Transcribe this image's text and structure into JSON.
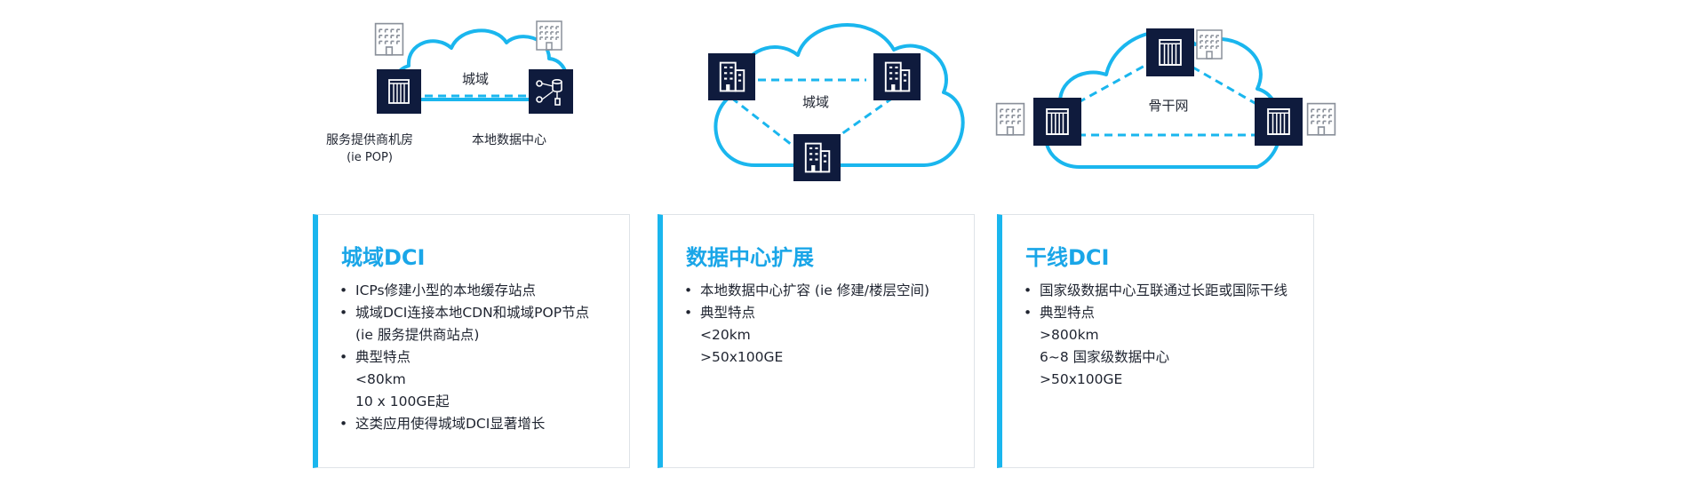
{
  "diagrams": {
    "metro": {
      "cloud_label": "城域",
      "left_node_label": "服务提供商机房",
      "left_node_sublabel": "(ie POP)",
      "right_node_label": "本地数据中心"
    },
    "dc_expansion": {
      "cloud_label": "城域"
    },
    "backbone": {
      "cloud_label": "骨干网"
    }
  },
  "cards": [
    {
      "title": "城域DCI",
      "lines": [
        {
          "kind": "bullet",
          "text": "ICPs修建小型的本地缓存站点"
        },
        {
          "kind": "bullet",
          "text": "城域DCI连接本地CDN和城域POP节点"
        },
        {
          "kind": "sub",
          "text": "(ie 服务提供商站点)"
        },
        {
          "kind": "bullet",
          "text": "典型特点"
        },
        {
          "kind": "sub",
          "text": "<80km"
        },
        {
          "kind": "sub",
          "text": "10 x 100GE起"
        },
        {
          "kind": "bullet",
          "text": "这类应用使得城域DCI显著增长"
        }
      ]
    },
    {
      "title": "数据中心扩展",
      "lines": [
        {
          "kind": "bullet",
          "text": "本地数据中心扩容 (ie 修建/楼层空间)"
        },
        {
          "kind": "bullet",
          "text": "典型特点"
        },
        {
          "kind": "sub",
          "text": "<20km"
        },
        {
          "kind": "sub",
          "text": ">50x100GE"
        }
      ]
    },
    {
      "title": "干线DCI",
      "lines": [
        {
          "kind": "bullet",
          "text": "国家级数据中心互联通过长距或国际干线"
        },
        {
          "kind": "bullet",
          "text": "典型特点"
        },
        {
          "kind": "sub",
          "text": ">800km"
        },
        {
          "kind": "sub",
          "text": "6~8 国家级数据中心"
        },
        {
          "kind": "sub",
          "text": ">50x100GE"
        }
      ]
    }
  ],
  "colors": {
    "accent": "#1ab6ee",
    "node_fill": "#0f1b3d",
    "title": "#1aa6e8",
    "text": "#1f2430",
    "outline": "#8a909a"
  }
}
